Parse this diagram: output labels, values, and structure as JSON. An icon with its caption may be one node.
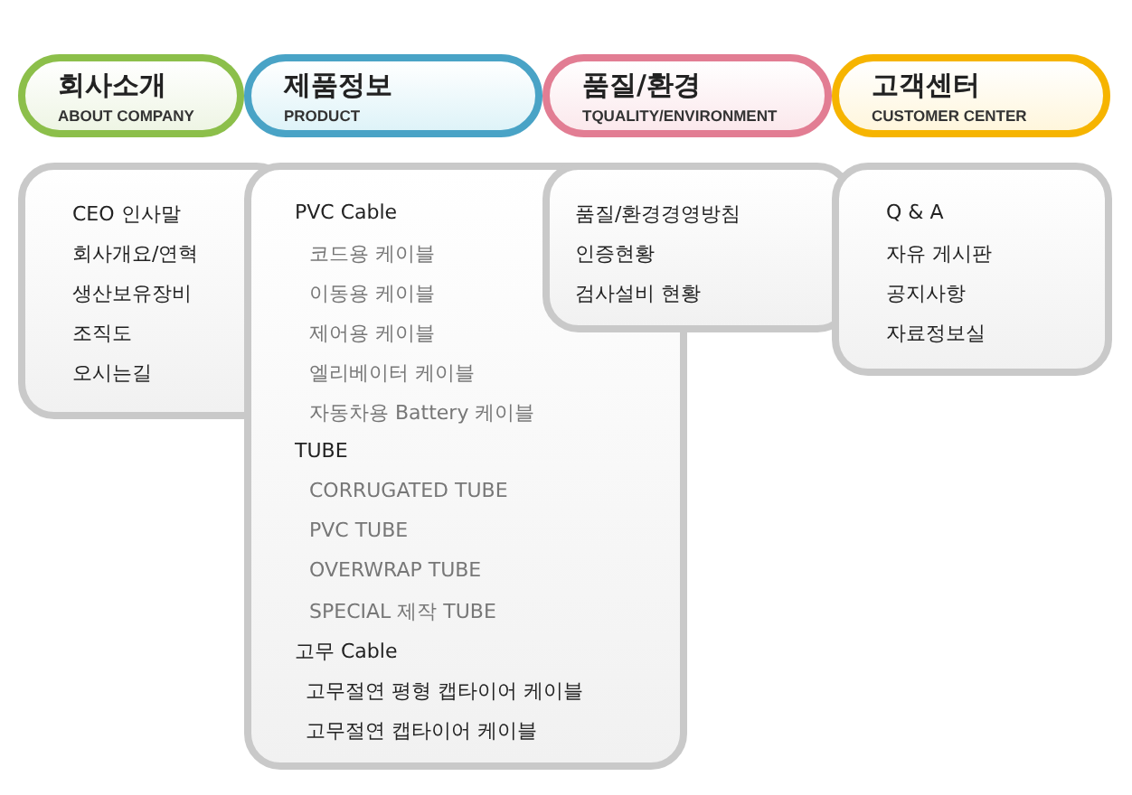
{
  "diagram": {
    "nodes": [
      {
        "text": [
          "회사소개",
          "ABOUT COMPANY"
        ]
      },
      {
        "text": [
          "제품정보",
          "PRODUCT"
        ]
      },
      {
        "text": [
          "품질/환경",
          "TQUALITY/ENVIRONMENT"
        ]
      },
      {
        "text": [
          "고객센터",
          "CUSTOMER CENTER"
        ]
      },
      {
        "text": [
          "CEO 인사말",
          "회사개요/연혁",
          "생산보유장비",
          "조직도",
          "오시는길"
        ]
      },
      {
        "text": [
          "PVC Cable",
          "코드용 케이블",
          "이동용 케이블",
          "제어용 케이블",
          "엘리베이터 케이블",
          "자동차용 Battery 케이블",
          "TUBE",
          "CORRUGATED TUBE",
          "PVC TUBE",
          "OVERWRAP TUBE",
          "SPECIAL 제작 TUBE",
          "고무 Cable",
          "고무절연 평형 캡타이어 케이블",
          "고무절연 캡타이어 케이블"
        ]
      },
      {
        "text": [
          "품질/환경경영방침",
          "인증현황",
          "검사설비 현황"
        ]
      },
      {
        "text": [
          "Q & A",
          "자유 게시판",
          "공지사항",
          "자료정보실"
        ]
      }
    ]
  }
}
